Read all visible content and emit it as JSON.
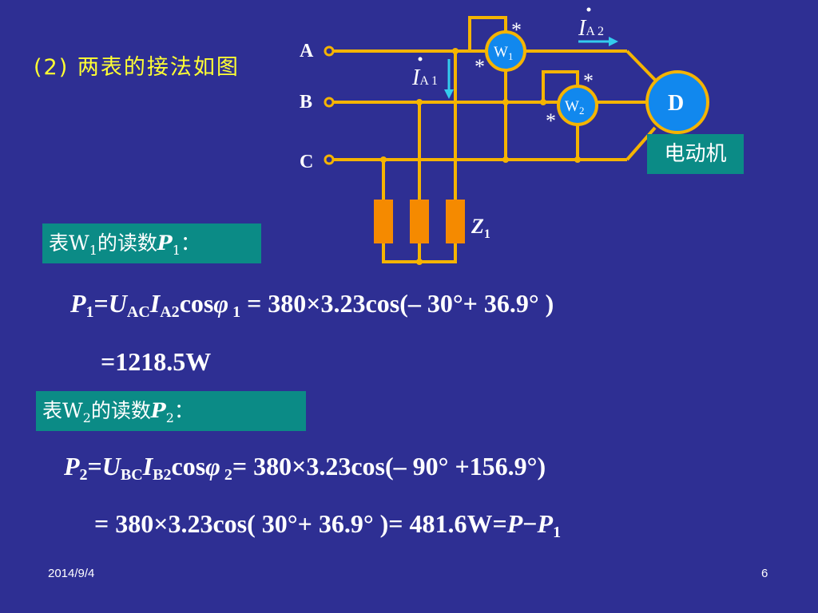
{
  "heading": "(2) 两表的接法如图",
  "circuit": {
    "lines": [
      "A",
      "B",
      "C"
    ],
    "meter1": {
      "main": "W",
      "sub": "1"
    },
    "meter2": {
      "main": "W",
      "sub": "2"
    },
    "star": "*",
    "current_a1": {
      "main": "I",
      "sub": "A 1"
    },
    "current_a2": {
      "main": "I",
      "sub": "A 2"
    },
    "motor_symbol": "D",
    "motor_label": "电动机",
    "load_label": {
      "main": "Z",
      "sub": "1"
    }
  },
  "meter1_reading_label": {
    "pre": "表W",
    "sub": "1",
    "mid": "的读数",
    "var": "P",
    "varsub": "1",
    "post": "："
  },
  "meter2_reading_label": {
    "pre": "表W",
    "sub": "2",
    "mid": "的读数",
    "var": "P",
    "varsub": "2",
    "post": "："
  },
  "equation1": {
    "lhs": "P",
    "lhs_sub": "1",
    "eq": "=",
    "u": "U",
    "u_sub": "AC",
    "i": "I",
    "i_sub": "A2",
    "cos": "cos",
    "phi": "φ",
    "phi_sub": " 1",
    "rhs": " = 380×3.23cos(– 30°+ 36.9° )"
  },
  "equation1_result": "=1218.5W",
  "equation2": {
    "lhs": "P",
    "lhs_sub": "2",
    "eq": "=",
    "u": "U",
    "u_sub": "BC",
    "i": "I",
    "i_sub": "B2",
    "cos": "cos",
    "phi": "φ",
    "phi_sub": "  2",
    "rhs": "= 380×3.23cos(– 90° +156.9°)"
  },
  "equation2_result": {
    "text": "= 380×3.23cos( 30°+ 36.9° )= 481.6W=",
    "p": "P",
    "minus": "−",
    "p2": "P",
    "p2sub": "1"
  },
  "footer": {
    "date": "2014/9/4",
    "page": "6"
  },
  "colors": {
    "background": "#2e2f93",
    "wire": "#f5b400",
    "meter": "#1188ee",
    "heading": "#ffff33",
    "label_bg": "#0b8b86",
    "arrow": "#33ccee"
  }
}
